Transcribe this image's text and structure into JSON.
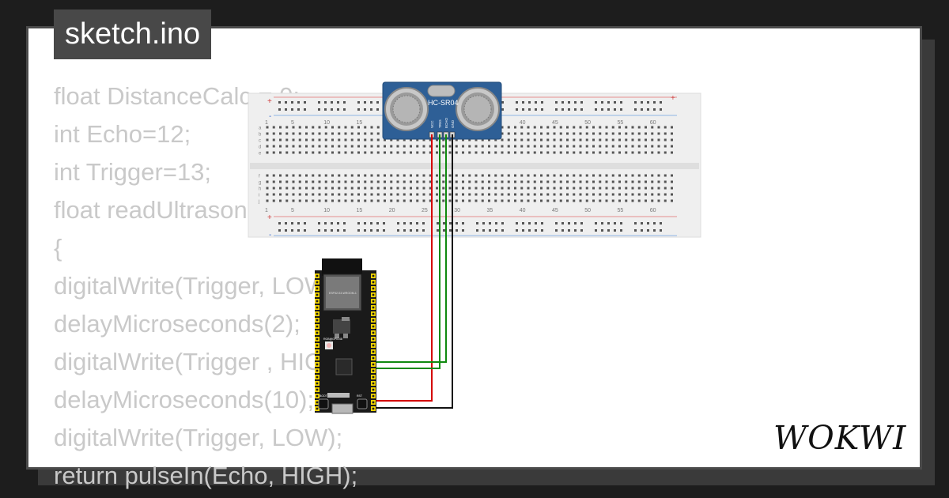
{
  "filename": "sketch.ino",
  "code_lines": [
    "float DistanceCalc = 0;",
    "int Echo=12;",
    "int Trigger=13;",
    "float readUltrasonicDistance(int triggerPin, int echoPin)",
    "{",
    "digitalWrite(Trigger, LOW);",
    "delayMicroseconds(2);",
    "digitalWrite(Trigger , HIGH);",
    "delayMicroseconds(10);",
    "digitalWrite(Trigger, LOW);",
    "return pulseIn(Echo, HIGH);"
  ],
  "sensor": {
    "label": "HC-SR04",
    "pins": [
      "VCC",
      "TRIG",
      "ECHO",
      "GND"
    ]
  },
  "breadboard": {
    "column_numbers": [
      "1",
      "5",
      "10",
      "15",
      "20",
      "25",
      "30",
      "35",
      "40",
      "45",
      "50",
      "55",
      "60"
    ],
    "rows_top": [
      "a",
      "b",
      "c",
      "d",
      "e"
    ],
    "rows_bottom": [
      "f",
      "g",
      "h",
      "i",
      "j"
    ],
    "rail_plus": "+",
    "rail_minus": "-"
  },
  "board": {
    "module_label": "ESP32-S3-WROOM-1",
    "rgb_label": "RGB@GPIO48",
    "boot_label": "BOOT",
    "rst_label": "RST"
  },
  "brand": "WOKWI",
  "colors": {
    "wire_red": "#d40000",
    "wire_green": "#0f8a0f",
    "wire_black": "#111111",
    "board_pcb": "#1a1a1a",
    "board_pins": "#f2d500",
    "sensor_pcb": "#2e5f96"
  }
}
